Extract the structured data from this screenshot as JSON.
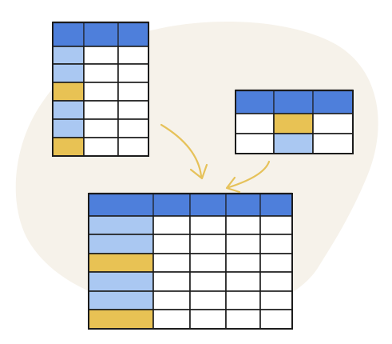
{
  "colors": {
    "background_blob": "#f6f2ea",
    "header_blue": "#4e7fdb",
    "light_blue": "#aac8f2",
    "yellow": "#e8c254",
    "cell_white": "#ffffff",
    "line": "#1c1c1c",
    "arrow": "#e6c25a"
  },
  "tables": {
    "source_left": {
      "rows": [
        [
          "blue",
          "blue",
          "blue"
        ],
        [
          "lightblue",
          "white",
          "white"
        ],
        [
          "lightblue",
          "white",
          "white"
        ],
        [
          "yellow",
          "white",
          "white"
        ],
        [
          "lightblue",
          "white",
          "white"
        ],
        [
          "lightblue",
          "white",
          "white"
        ],
        [
          "yellow",
          "white",
          "white"
        ]
      ]
    },
    "source_right": {
      "rows": [
        [
          "blue",
          "blue",
          "blue"
        ],
        [
          "white",
          "yellow",
          "white"
        ],
        [
          "white",
          "lightblue",
          "white"
        ]
      ]
    },
    "merged": {
      "rows": [
        [
          "blue",
          "blue",
          "blue",
          "blue",
          "blue"
        ],
        [
          "lightblue",
          "white",
          "white",
          "white",
          "white"
        ],
        [
          "lightblue",
          "white",
          "white",
          "white",
          "white"
        ],
        [
          "yellow",
          "white",
          "white",
          "white",
          "white"
        ],
        [
          "lightblue",
          "white",
          "white",
          "white",
          "white"
        ],
        [
          "lightblue",
          "white",
          "white",
          "white",
          "white"
        ],
        [
          "yellow",
          "white",
          "white",
          "white",
          "white"
        ]
      ]
    }
  },
  "arrows": [
    {
      "from": "source_left",
      "to": "merged"
    },
    {
      "from": "source_right",
      "to": "merged"
    }
  ]
}
